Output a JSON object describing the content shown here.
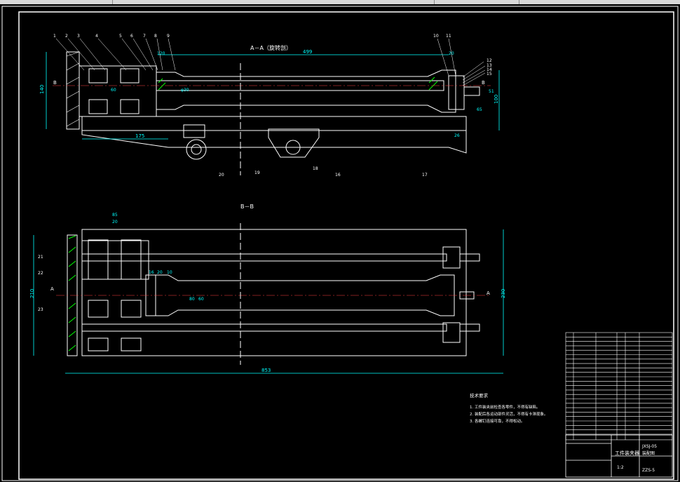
{
  "colors": {
    "background": "#000000",
    "outline": "#ffffff",
    "dimension": "#00ffff",
    "hatch": "#00ff00",
    "centerline": "#ff4040",
    "leader": "#ffff00",
    "titlebar": "#d8d8d8"
  },
  "views": {
    "section_aa_title": "A－A（旋转剖）",
    "section_bb_title": "B－B",
    "cut_markers": {
      "a_left": "A",
      "a_right": "A",
      "b_top": "B",
      "b_bottom": "B"
    }
  },
  "dimensions": {
    "top_overall": "499",
    "top_left_height": "140",
    "top_bottom_len": "175",
    "top_right_height": "100",
    "top_right_small": "26",
    "top_right_20": "20",
    "top_right_51": "51",
    "top_right_65": "65",
    "top_left_120": "120",
    "top_bore": "φ30",
    "top_mid_60": "60",
    "bottom_overall": "853",
    "bottom_left_height": "210",
    "bottom_right_height": "230",
    "bottom_85": "85",
    "bottom_20": "20",
    "bottom_16": "16",
    "bottom_20b": "20",
    "bottom_10": "10",
    "bottom_80": "80",
    "bottom_60": "60"
  },
  "balloons": {
    "top": [
      "1",
      "2",
      "3",
      "4",
      "5",
      "6",
      "7",
      "8",
      "9",
      "10",
      "11",
      "12",
      "13",
      "14",
      "15"
    ],
    "right": [
      "16",
      "17",
      "18",
      "19",
      "20"
    ],
    "left_bottom": [
      "21",
      "22",
      "23"
    ]
  },
  "tech_requirements": {
    "title": "技术要求",
    "lines": [
      "1. 工件装夹前检查各零件，不得有缺陷。",
      "2. 装配后各运动部件灵活，不得有卡滞现象。",
      "3. 各螺钉连接可靠，不得松动。"
    ]
  },
  "title_block": {
    "drawing_name": "工件装夹器",
    "drawing_code": "JXSJ-05",
    "material_label": "装配图",
    "scale": "1:2",
    "sheet_number": "ZZS-5",
    "bom_rows": 23
  }
}
